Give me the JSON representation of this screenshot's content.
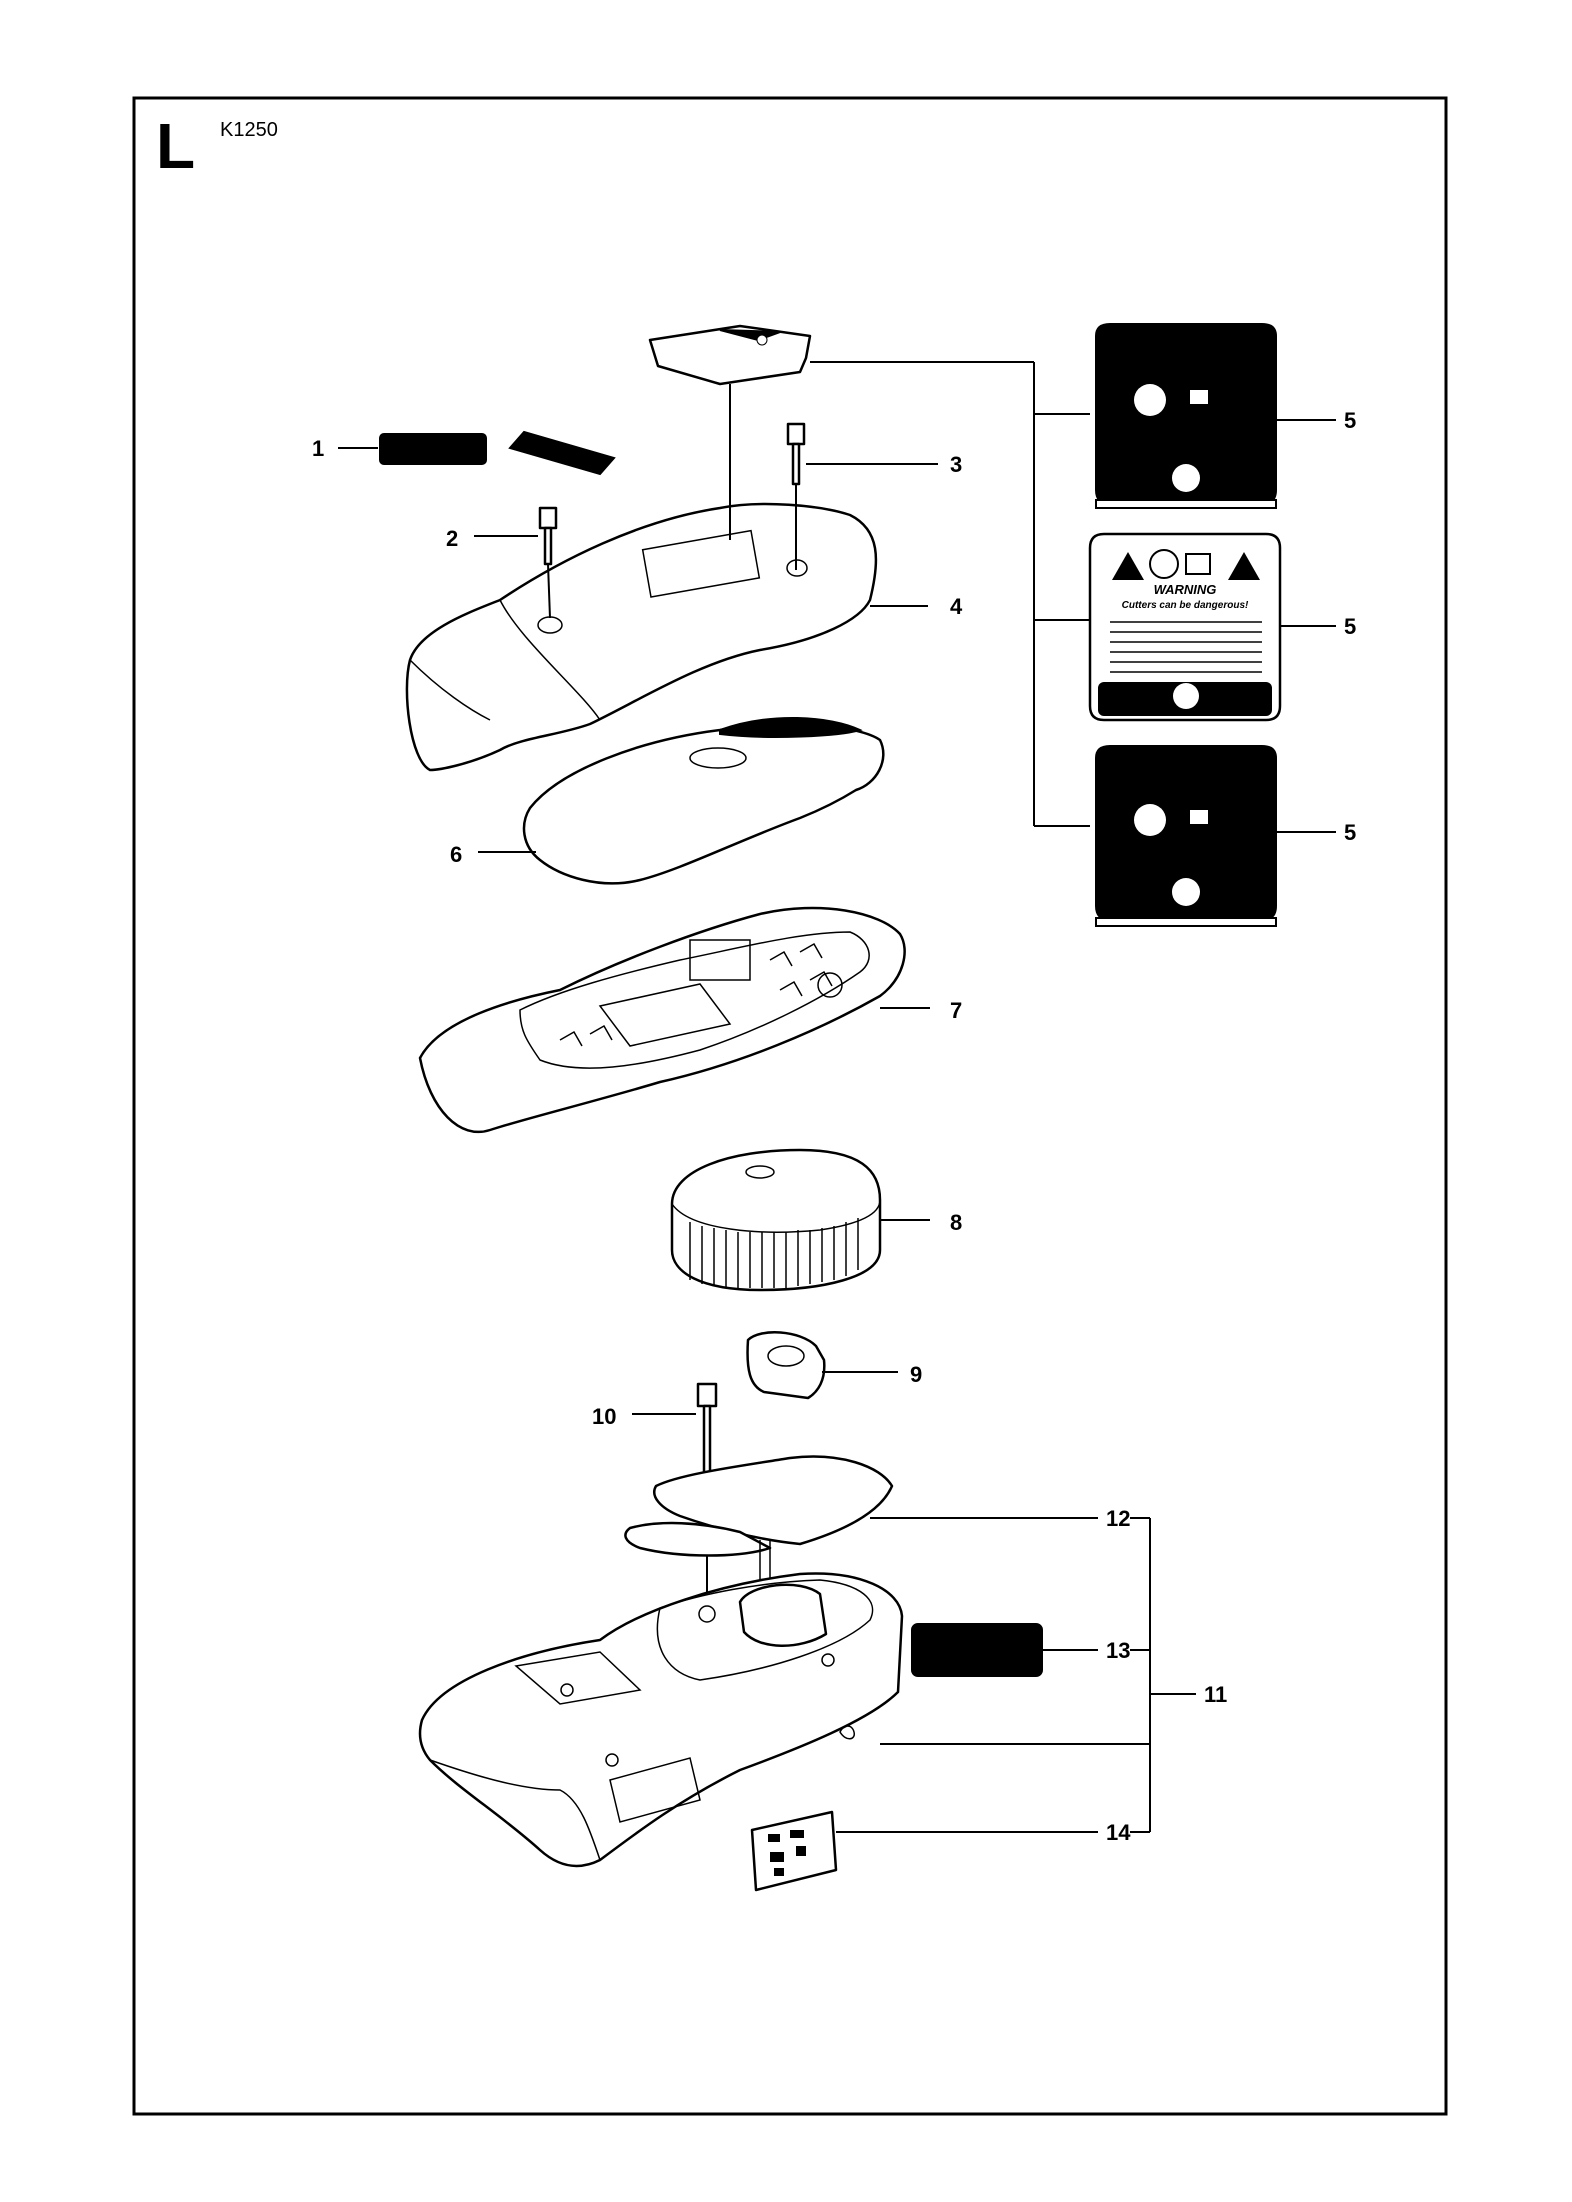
{
  "page": {
    "section_letter": "L",
    "model": "K1250"
  },
  "callouts": {
    "c1": "1",
    "c2": "2",
    "c3": "3",
    "c4": "4",
    "c5a": "5",
    "c5b": "5",
    "c5c": "5",
    "c6": "6",
    "c7": "7",
    "c8": "8",
    "c9": "9",
    "c10": "10",
    "c11": "11",
    "c12": "12",
    "c13": "13",
    "c14": "14"
  },
  "warning_decal": {
    "title": "WARNING",
    "subtitle": "Cutters can be dangerous!"
  },
  "colors": {
    "ink": "#000000",
    "paper": "#ffffff"
  }
}
